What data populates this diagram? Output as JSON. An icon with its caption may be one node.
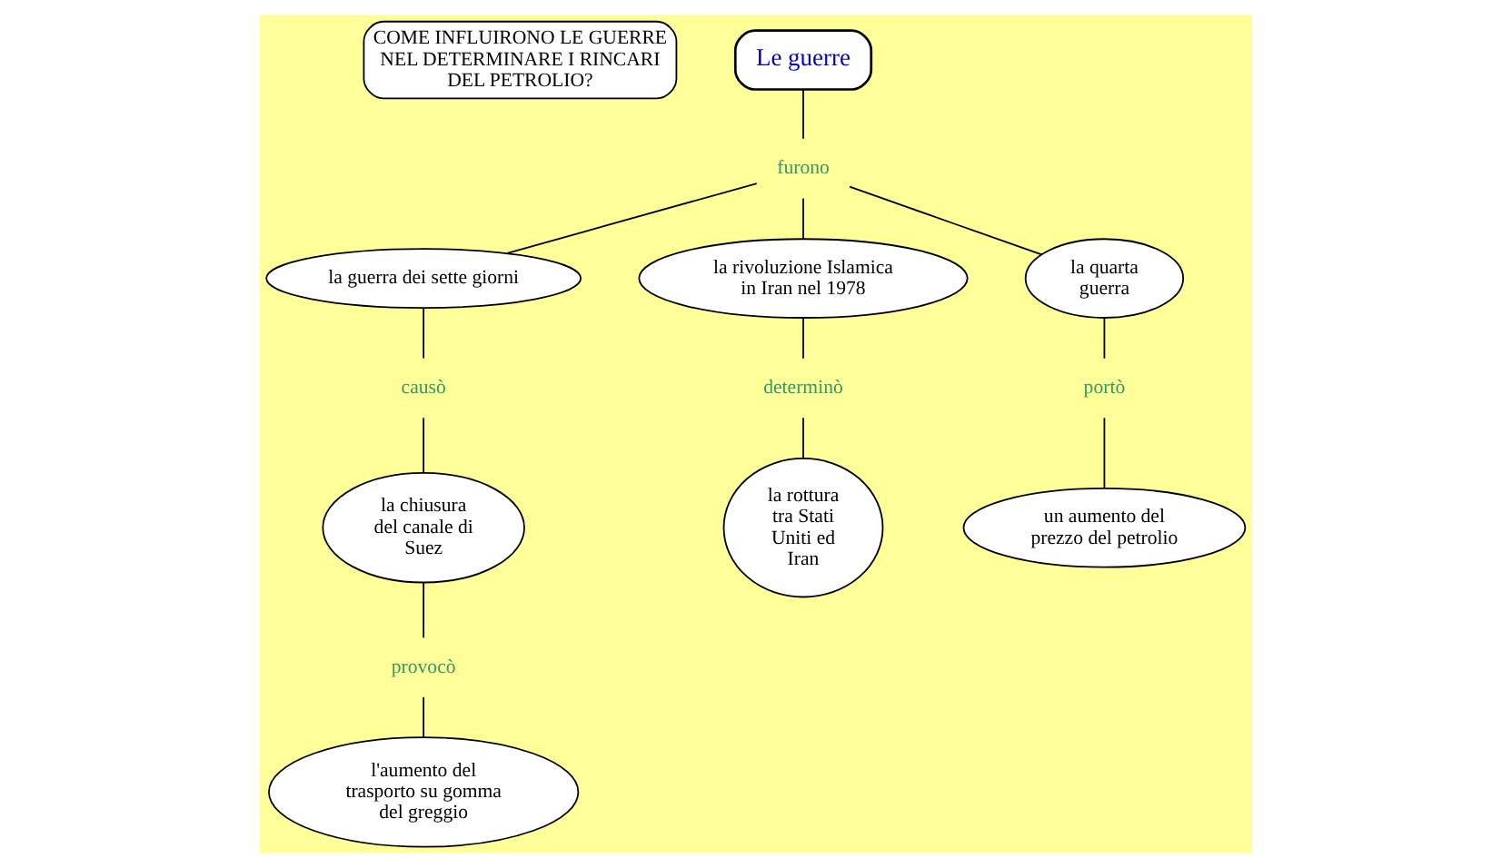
{
  "diagram": {
    "nodes": [
      {
        "text": [
          "COME INFLUIRONO LE GUERRE NEL DETERMINARE I RINCARI DEL PETROLIO?"
        ]
      },
      {
        "text": [
          "Le guerre"
        ]
      },
      {
        "text": [
          "furono"
        ]
      },
      {
        "text": [
          "la guerra dei sette giorni"
        ]
      },
      {
        "text": [
          "la rivoluzione Islamica in Iran nel 1978"
        ]
      },
      {
        "text": [
          "la quarta guerra"
        ]
      },
      {
        "text": [
          "causò"
        ]
      },
      {
        "text": [
          "la chiusura del canale di Suez"
        ]
      },
      {
        "text": [
          "determinò"
        ]
      },
      {
        "text": [
          "portò"
        ]
      },
      {
        "text": [
          "provocò"
        ]
      },
      {
        "text": [
          "la rottura tra Stati Uniti ed Iran"
        ]
      },
      {
        "text": [
          "un aumento del prezzo del petrolio"
        ]
      },
      {
        "text": [
          "l'aumento del trasporto su gomma del greggio"
        ]
      }
    ],
    "edges": [
      {
        "from": 1,
        "to": 2,
        "arrow": "none"
      },
      {
        "from": 2,
        "to": 3,
        "arrow": "none"
      },
      {
        "from": 2,
        "to": 4,
        "arrow": "none"
      },
      {
        "from": 2,
        "to": 5,
        "arrow": "none"
      },
      {
        "from": 3,
        "to": 6,
        "arrow": "none"
      },
      {
        "from": 6,
        "to": 7,
        "arrow": "none"
      },
      {
        "from": 4,
        "to": 8,
        "arrow": "none"
      },
      {
        "from": 8,
        "to": 11,
        "arrow": "none"
      },
      {
        "from": 5,
        "to": 9,
        "arrow": "none"
      },
      {
        "from": 9,
        "to": 12,
        "arrow": "none"
      },
      {
        "from": 7,
        "to": 10,
        "arrow": "none"
      },
      {
        "from": 10,
        "to": 13,
        "arrow": "none"
      }
    ]
  }
}
